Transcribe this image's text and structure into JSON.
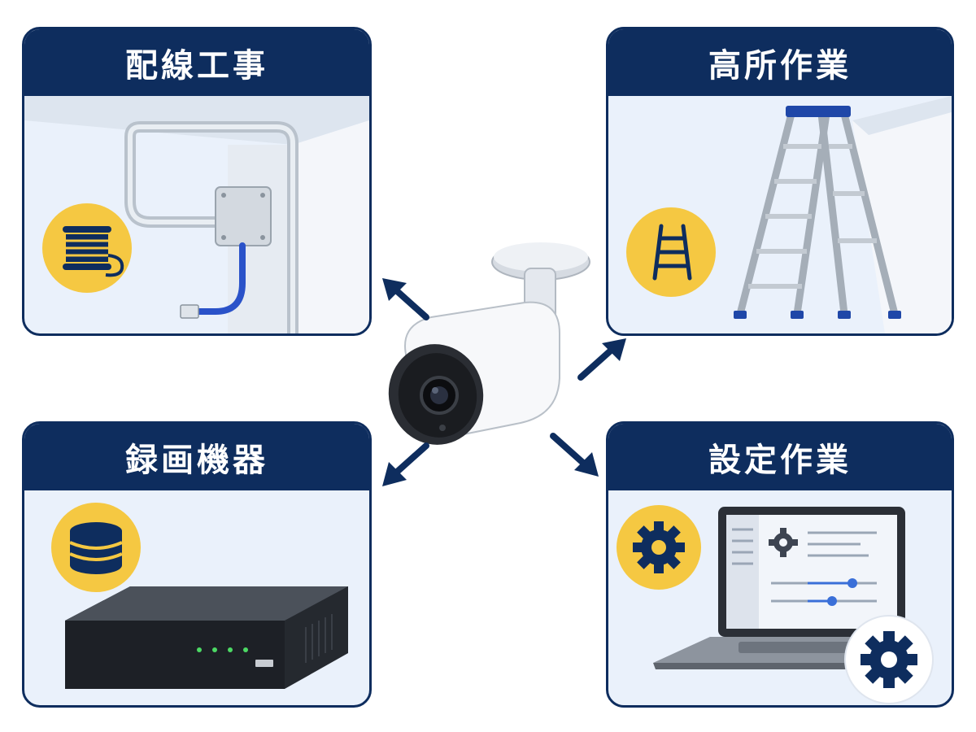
{
  "cards": {
    "top_left": {
      "title": "配線工事",
      "icon": "cable-reel-icon",
      "illustration": "conduit-junction-box-lan-cable"
    },
    "top_right": {
      "title": "高所作業",
      "icon": "ladder-icon",
      "illustration": "stepladder"
    },
    "bottom_left": {
      "title": "録画機器",
      "icon": "database-icon",
      "illustration": "recorder-box"
    },
    "bottom_right": {
      "title": "設定作業",
      "icon": "gear-icon",
      "illustration": "laptop-settings-screen"
    }
  },
  "center": {
    "illustration": "bullet-security-camera"
  },
  "colors": {
    "navy": "#0e2d5e",
    "accent_yellow": "#f5c842",
    "panel_bg": "#eaf1fb",
    "cable_blue": "#2a52c9"
  }
}
